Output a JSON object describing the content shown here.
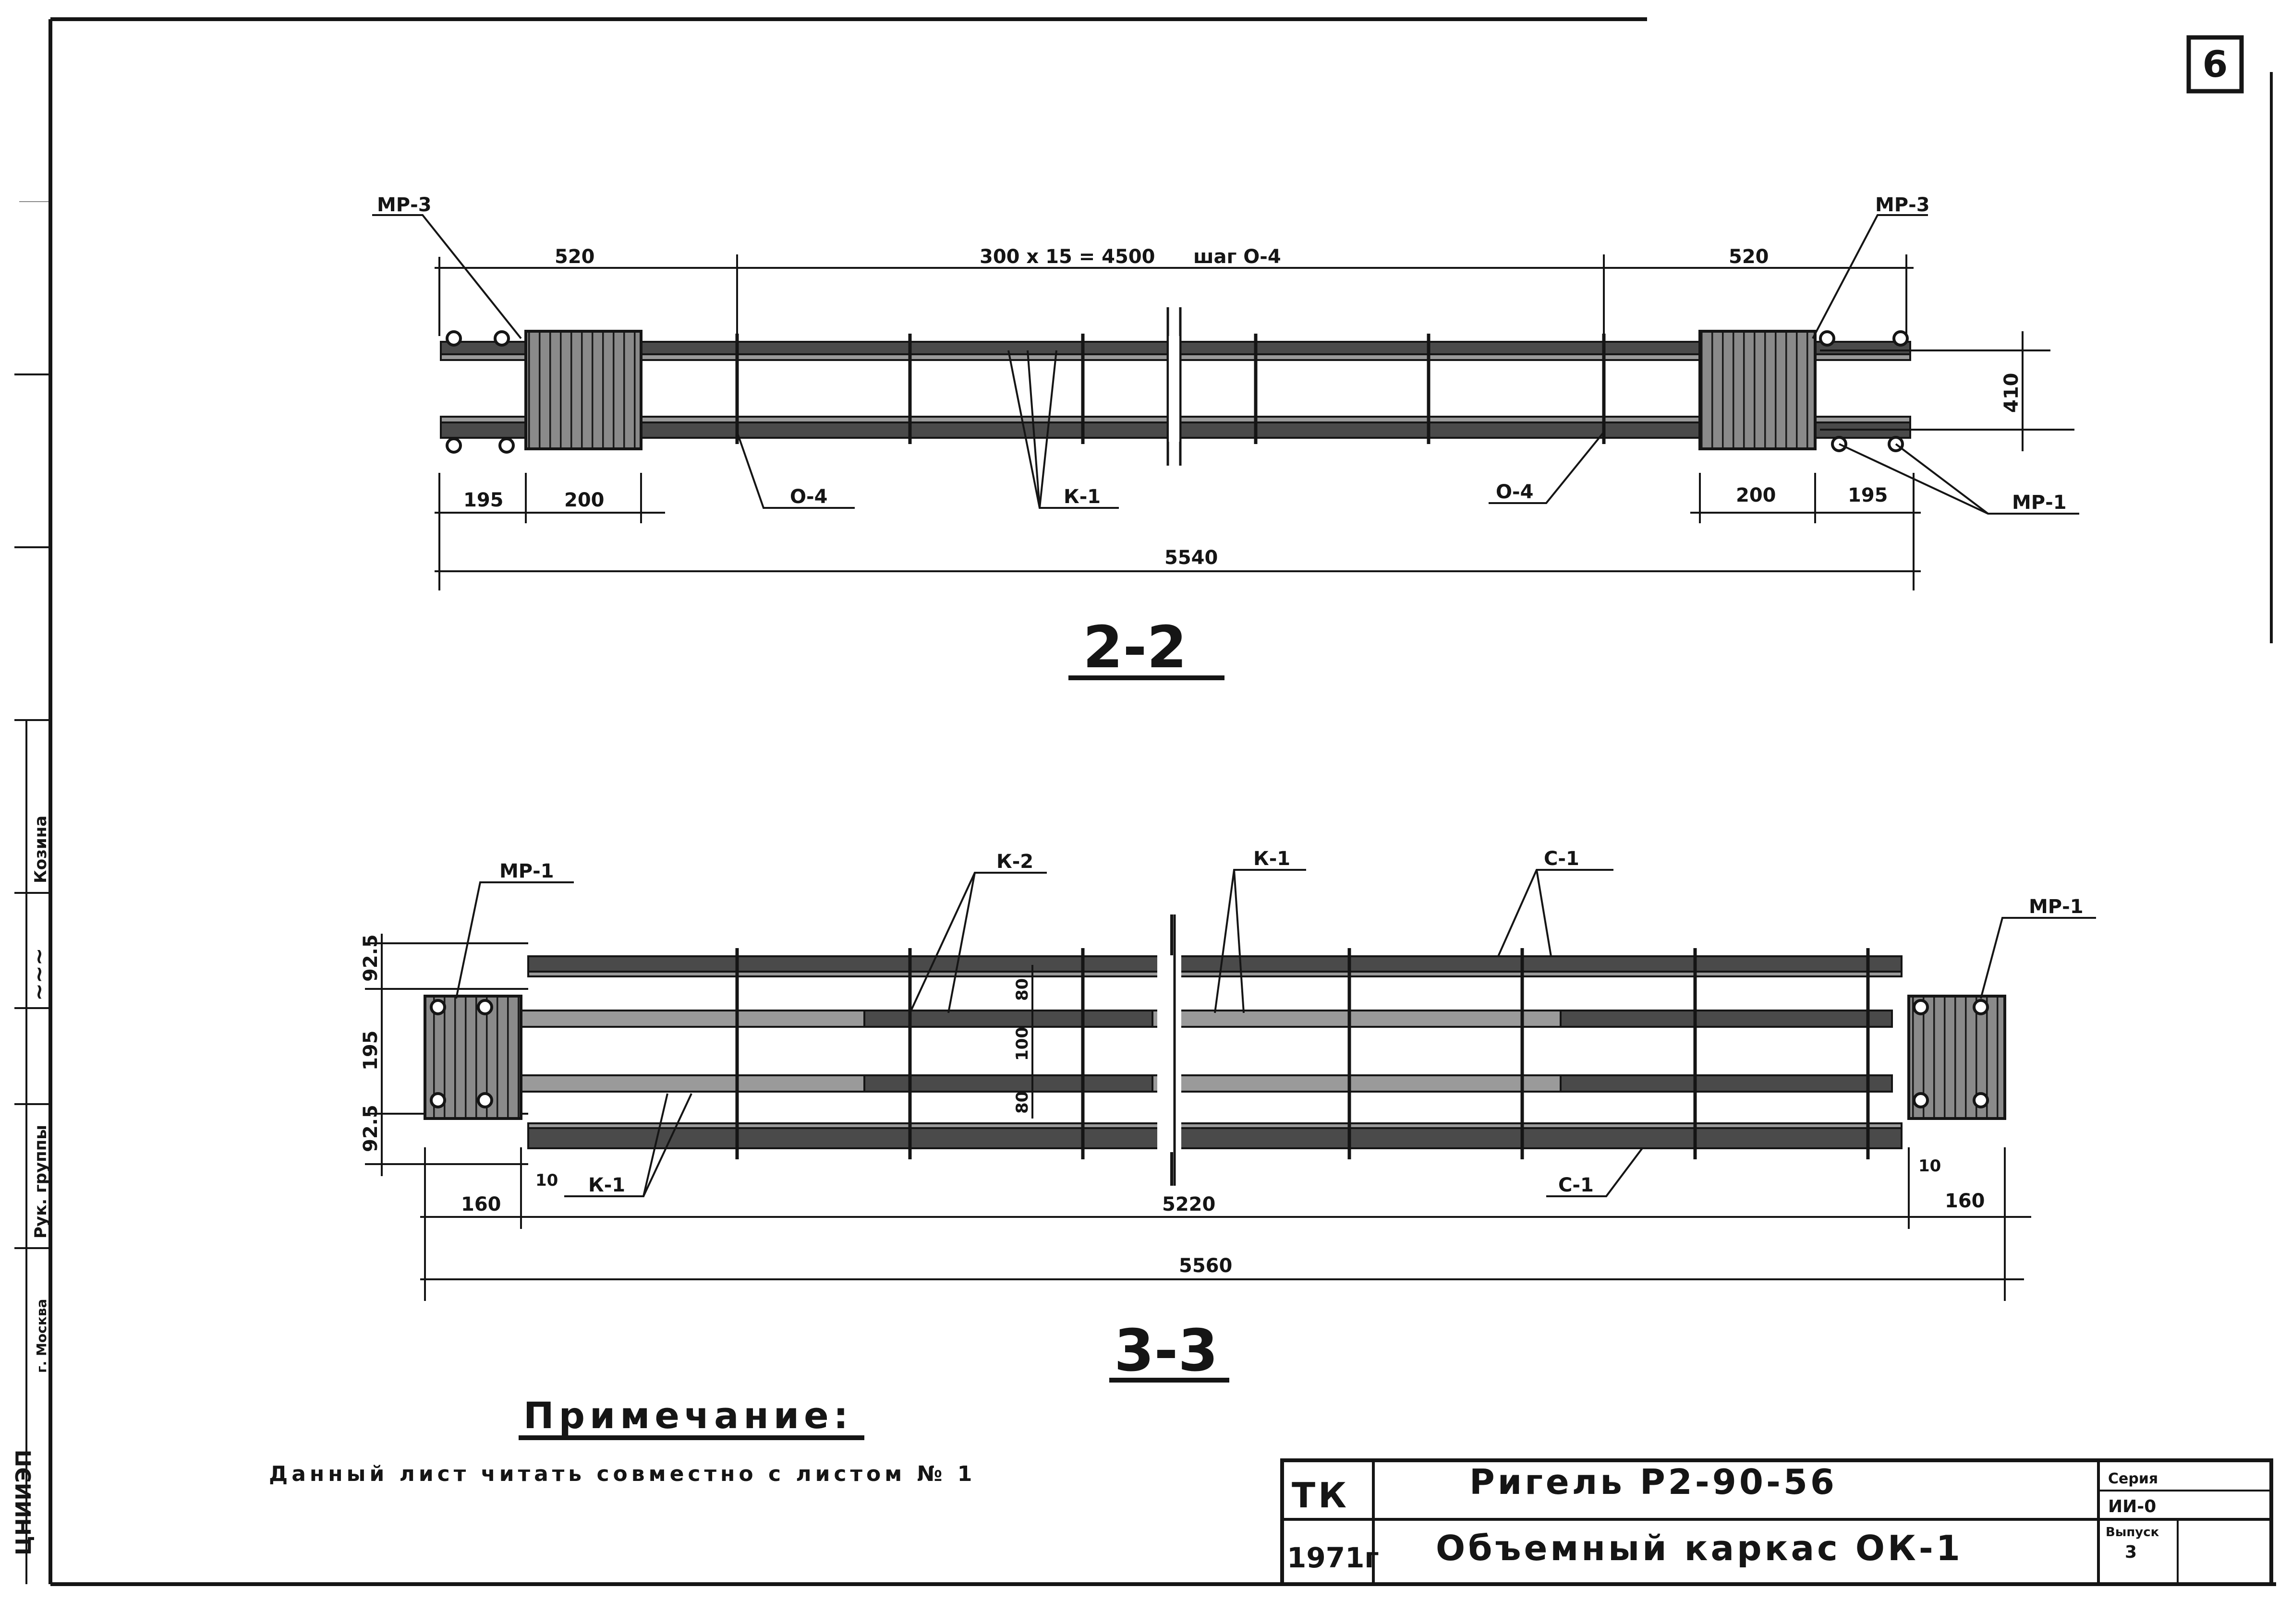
{
  "sheet": {
    "number": "6"
  },
  "section_2_2": {
    "title": "2-2",
    "labels": {
      "mr3_left": "МР-3",
      "mr3_right": "МР-3",
      "mr1": "МР-1",
      "o4_left": "О-4",
      "o4_right": "О-4",
      "k1": "К-1"
    },
    "dims": {
      "left_520": "520",
      "pitch": "300 х 15 = 4500",
      "step": "шаг О-4",
      "right_520": "520",
      "height_410": "410",
      "left_195": "195",
      "left_200": "200",
      "right_200": "200",
      "right_195": "195",
      "total": "5540"
    }
  },
  "section_3_3": {
    "title": "3-3",
    "labels": {
      "mr1_left": "МР-1",
      "mr1_right": "МР-1",
      "k2": "К-2",
      "k1_top": "К-1",
      "c1_top": "С-1",
      "k1_bottom": "К-1",
      "c1_bottom": "С-1"
    },
    "dims": {
      "top_925": "92.5",
      "mid_195": "195",
      "bot_925": "92.5",
      "v_80a": "80",
      "v_100": "100",
      "v_80b": "80",
      "left_160": "160",
      "left_10": "10",
      "middle_5220": "5220",
      "right_10": "10",
      "right_160": "160",
      "total": "5560"
    }
  },
  "note": {
    "title": "Примечание:",
    "body": "Данный лист читать совместно с листом № 1"
  },
  "title_block": {
    "code": "ТК",
    "year": "1971г",
    "name": "Ригель Р2-90-56",
    "subtitle": "Объемный каркас ОК-1",
    "series_label": "Серия",
    "series_value": "ИИ-0",
    "issue_label": "Выпуск",
    "issue_value": "3"
  },
  "side_stamp": {
    "author": "Козина",
    "role": "Рук. группы",
    "org": "ЦНИИЭП",
    "city": "г. Москва"
  }
}
